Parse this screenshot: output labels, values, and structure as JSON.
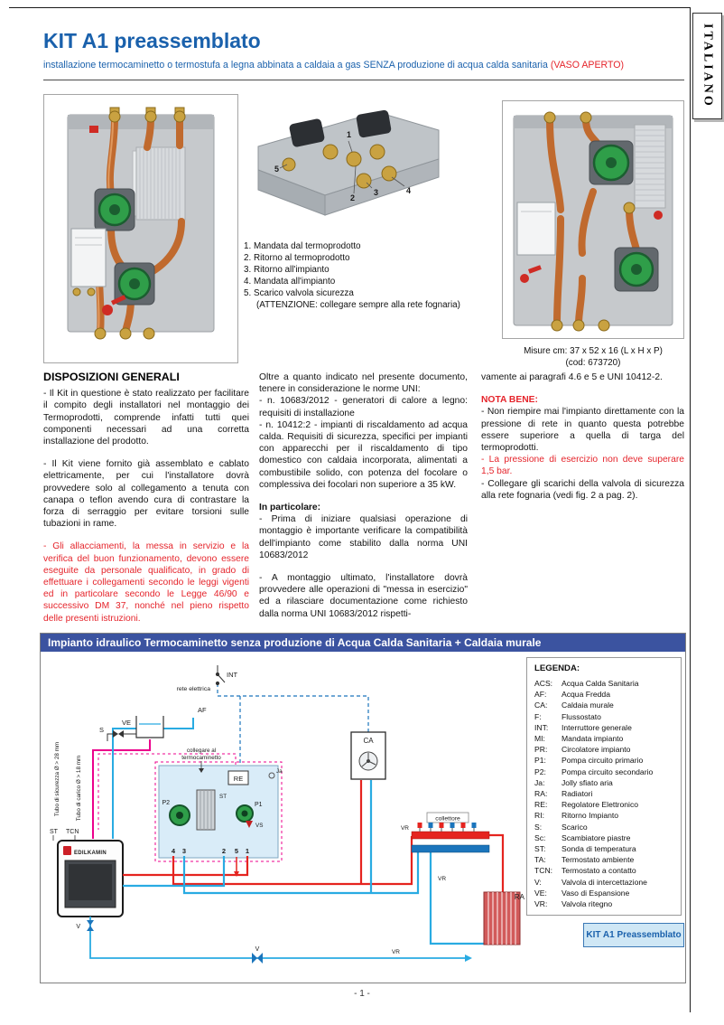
{
  "page": {
    "side_tab": "ITALIANO",
    "page_number": "- 1 -"
  },
  "header": {
    "title": "KIT A1 preassemblato",
    "subtitle": "installazione termocaminetto o termostufa a legna abbinata a caldaia a gas SENZA produzione di acqua calda sanitaria ",
    "subtitle_red": "(VASO APERTO)"
  },
  "figures": {
    "numbers": [
      "1",
      "2",
      "3",
      "4",
      "5"
    ],
    "callouts": [
      "1. Mandata dal termoprodotto",
      "2. Ritorno al termoprodotto",
      "3. Ritorno all'impianto",
      "4. Mandata all'impianto",
      "5. Scarico valvola sicurezza"
    ],
    "callout_warning": "(ATTENZIONE: collegare sempre alla rete fognaria)",
    "caption_line1": "Misure cm: 37 x 52 x 16 (L x H x P)",
    "caption_line2": "(cod: 673720)"
  },
  "general": {
    "heading": "DISPOSIZIONI GENERALI",
    "p1": "- Il Kit in questione è stato realizzato per facilitare il compito degli installatori nel montaggio dei Termoprodotti, comprende infatti tutti quei componenti necessari ad una corretta installazione del prodotto.",
    "p2": "- Il Kit viene fornito già assemblato e cablato elettricamente, per cui l'installatore dovrà provvedere solo al collegamento a tenuta con canapa o teflon avendo cura di contrastare la forza di serraggio per evitare torsioni sulle tubazioni in rame.",
    "p3_red": "- Gli allacciamenti, la messa in servizio e la verifica del buon funzionamento, devono essere eseguite da personale qualificato, in grado di effettuare i collegamenti secondo le leggi vigenti ed in particolare secondo le Legge 46/90 e successivo DM 37, nonché nel pieno rispetto delle presenti istruzioni."
  },
  "norms": {
    "intro": "Oltre a quanto indicato nel presente documento, tenere in considerazione le norme UNI:",
    "item1": "- n. 10683/2012 - generatori di calore a legno: requisiti di installazione",
    "item2": "- n. 10412:2 - impianti di riscaldamento ad acqua calda. Requisiti di sicurezza, specifici per impianti con apparecchi per il riscaldamento di tipo domestico con caldaia incorporata, alimentati a combustibile solido, con potenza del focolare o complessiva dei focolari non superiore a 35 kW.",
    "subhead": "In particolare:",
    "item3": "- Prima di iniziare qualsiasi operazione di montaggio è importante verificare la compatibilità dell'impianto come stabilito dalla norma UNI 10683/2012",
    "item4": "- A montaggio ultimato, l'installatore dovrà provvedere alle operazioni di \"messa in esercizio\" ed a rilasciare documentazione come richiesto dalla norma UNI 10683/2012 rispetti-"
  },
  "notes": {
    "cont": "vamente ai paragrafi 4.6 e 5 e UNI 10412-2.",
    "head": "NOTA BENE:",
    "p1": "- Non riempire mai l'impianto direttamente con la pressione di rete in quanto questa potrebbe essere superiore a quella di targa del termoprodotti.",
    "p2_red": "- La pressione di esercizio non deve superare 1,5 bar.",
    "p3": "- Collegare gli scarichi della valvola di sicurezza alla rete fognaria (vedi fig. 2 a pag. 2)."
  },
  "diagram": {
    "header": "Impianto idraulico Termocaminetto senza produzione di Acqua Calda Sanitaria + Caldaia murale",
    "kit_box": "KIT A1 Preassemblato",
    "labels": {
      "int": "INT",
      "rete": "rete elettrica",
      "ve": "VE",
      "af": "AF",
      "s": "S",
      "ca": "CA",
      "re": "RE",
      "st": "ST",
      "tcn": "TCN",
      "p1": "P1",
      "p2": "P2",
      "vs": "VS",
      "ja": "Ja",
      "vr": "VR",
      "v": "V",
      "ra": "RA",
      "collettore": "collettore",
      "collegare_1": "collegare al",
      "collegare_2": "termocaminetto",
      "edilkamin": "EDILKAMIN",
      "tubo_sicurezza": "Tubo di sicurezza Ø > 28 mm",
      "tubo_carico": "Tubo di carico Ø > 18 mm",
      "n1": "1",
      "n2": "2",
      "n3": "3",
      "n4": "4",
      "n5": "5"
    }
  },
  "legend": {
    "title": "LEGENDA:",
    "entries": [
      {
        "abbr": "ACS:",
        "label": "Acqua Calda Sanitaria"
      },
      {
        "abbr": "AF:",
        "label": "Acqua Fredda"
      },
      {
        "abbr": "CA:",
        "label": "Caldaia murale"
      },
      {
        "abbr": "F:",
        "label": "Flussostato"
      },
      {
        "abbr": "INT:",
        "label": "Interruttore generale"
      },
      {
        "abbr": "MI:",
        "label": "Mandata impianto"
      },
      {
        "abbr": "PR:",
        "label": "Circolatore impianto"
      },
      {
        "abbr": "P1:",
        "label": "Pompa circuito primario"
      },
      {
        "abbr": "P2:",
        "label": "Pompa circuito secondario"
      },
      {
        "abbr": "Ja:",
        "label": "Jolly sfiato aria"
      },
      {
        "abbr": "RA:",
        "label": "Radiatori"
      },
      {
        "abbr": "RE:",
        "label": "Regolatore Elettronico"
      },
      {
        "abbr": "RI:",
        "label": "Ritorno Impianto"
      },
      {
        "abbr": "S:",
        "label": "Scarico"
      },
      {
        "abbr": "Sc:",
        "label": "Scambiatore piastre"
      },
      {
        "abbr": "ST:",
        "label": "Sonda di temperatura"
      },
      {
        "abbr": "TA:",
        "label": "Termostato ambiente"
      },
      {
        "abbr": "TCN:",
        "label": "Termostato a contatto"
      },
      {
        "abbr": "V:",
        "label": "Valvola di intercettazione"
      },
      {
        "abbr": "VE:",
        "label": "Vaso di Espansione"
      },
      {
        "abbr": "VR:",
        "label": "Valvola ritegno"
      }
    ]
  }
}
